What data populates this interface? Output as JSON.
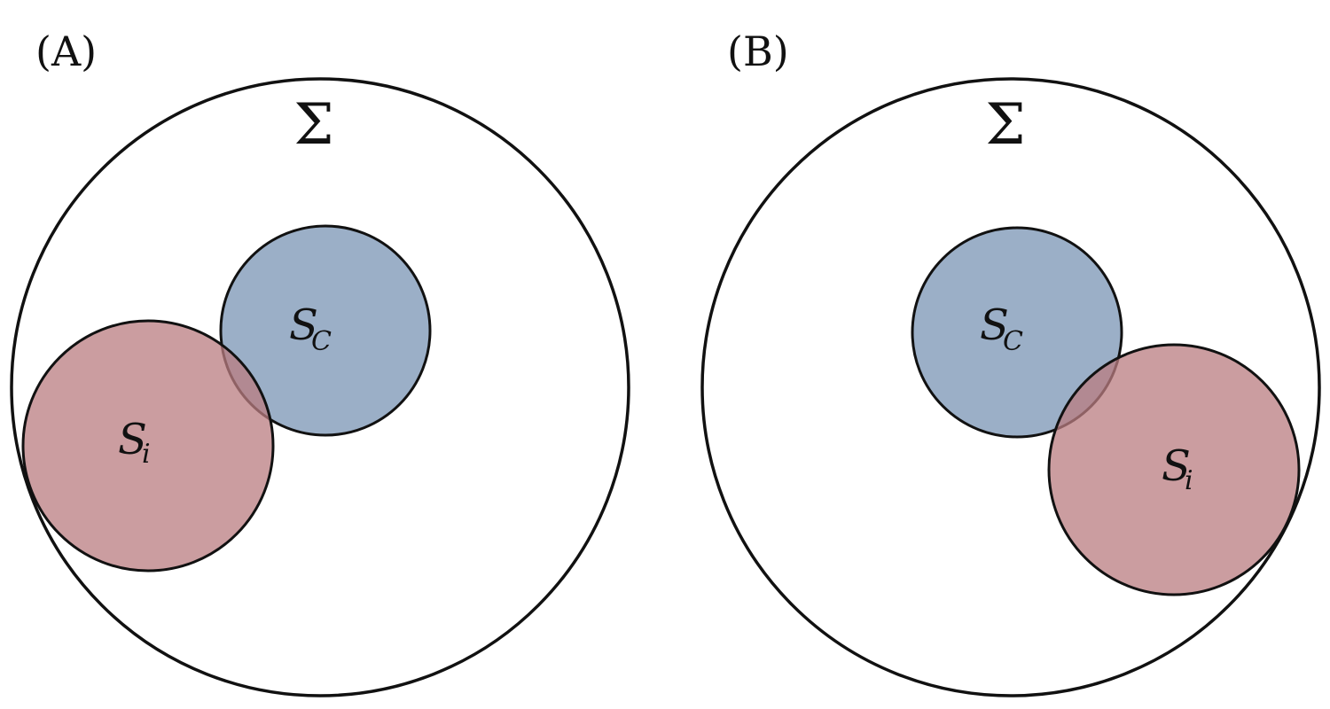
{
  "colors": {
    "set_c_fill": "#9bafc7",
    "set_i_fill": "#ba7c80",
    "outline": "#111111",
    "background": "#ffffff"
  },
  "panels": [
    {
      "label": "(A)",
      "universe_label": "Σ",
      "set_c": {
        "name": "S",
        "subscript": "C"
      },
      "set_i": {
        "name": "S",
        "subscript": "i"
      }
    },
    {
      "label": "(B)",
      "universe_label": "Σ",
      "set_c": {
        "name": "S",
        "subscript": "C"
      },
      "set_i": {
        "name": "S",
        "subscript": "i"
      }
    }
  ]
}
